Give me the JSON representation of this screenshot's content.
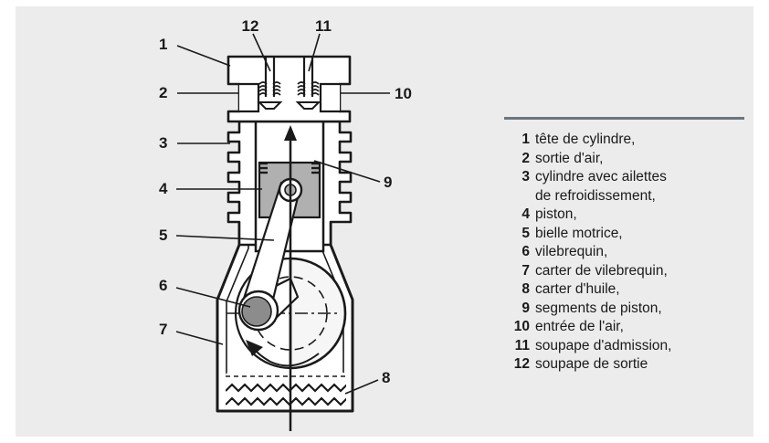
{
  "callouts": [
    "1",
    "2",
    "3",
    "4",
    "5",
    "6",
    "7",
    "8",
    "9",
    "10",
    "11",
    "12"
  ],
  "legend": [
    {
      "num": "1",
      "lines": [
        "tête de cylindre,"
      ]
    },
    {
      "num": "2",
      "lines": [
        "sortie d'air,"
      ]
    },
    {
      "num": "3",
      "lines": [
        "cylindre avec ailettes",
        "de refroidissement,"
      ]
    },
    {
      "num": "4",
      "lines": [
        "piston,"
      ]
    },
    {
      "num": "5",
      "lines": [
        "bielle motrice,"
      ]
    },
    {
      "num": "6",
      "lines": [
        "vilebrequin,"
      ]
    },
    {
      "num": "7",
      "lines": [
        "carter de vilebrequin,"
      ]
    },
    {
      "num": "8",
      "lines": [
        "carter d'huile,"
      ]
    },
    {
      "num": "9",
      "lines": [
        "segments de piston,"
      ]
    },
    {
      "num": "10",
      "lines": [
        "entrée de l'air,"
      ]
    },
    {
      "num": "11",
      "lines": [
        "soupape d'admission,"
      ]
    },
    {
      "num": "12",
      "lines": [
        "soupape de sortie"
      ]
    }
  ],
  "colors": {
    "panel": "#ececec",
    "part_fill": "#ffffff",
    "piston": "#b0b0b0",
    "crank_pin": "#8c8c8c",
    "rule": "#6a7582",
    "ink": "#1a1a1a"
  }
}
